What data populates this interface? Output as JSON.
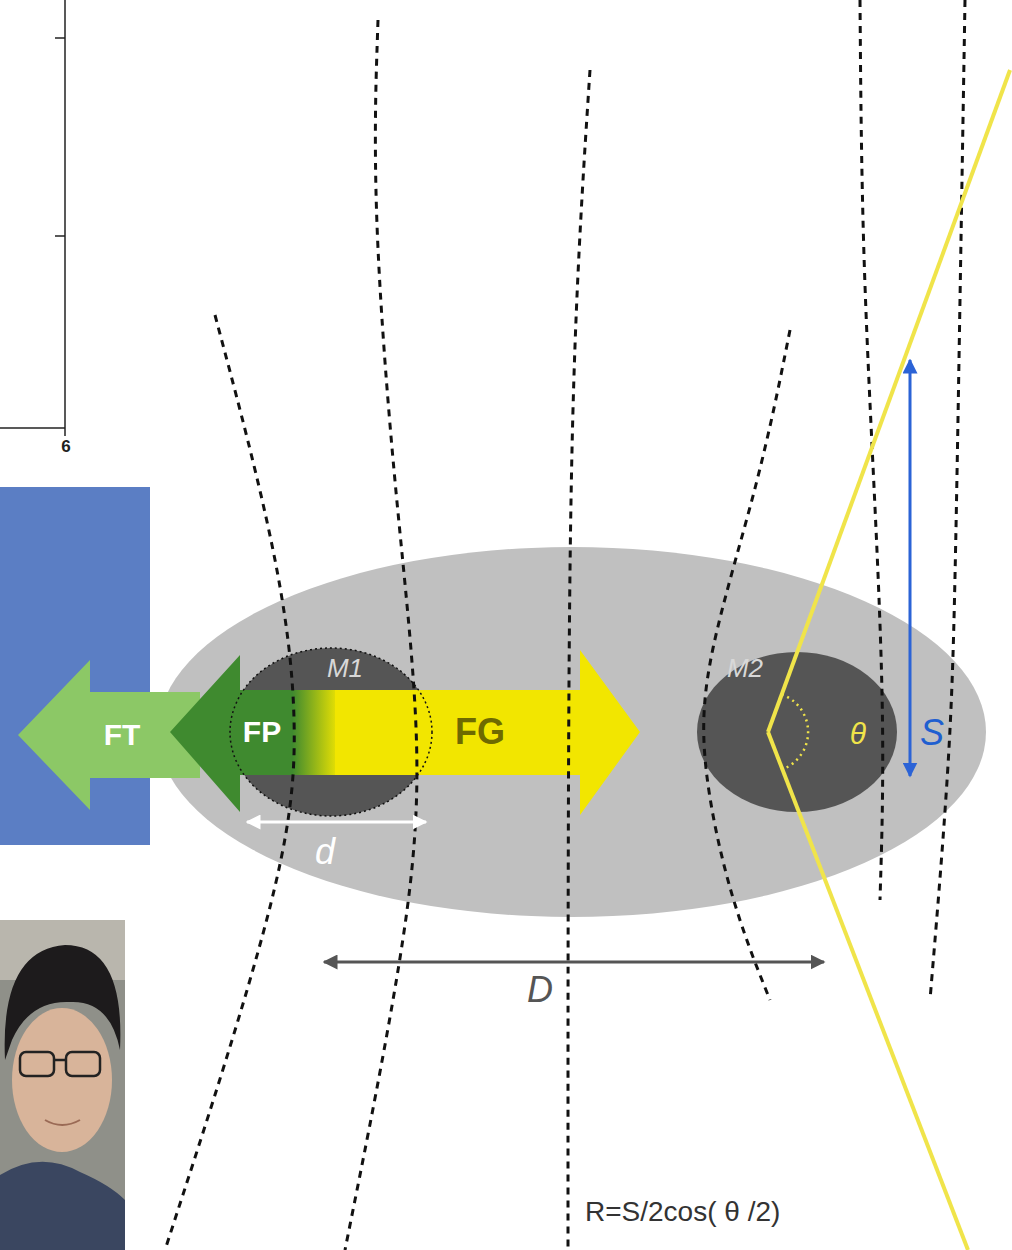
{
  "diagram": {
    "nodes": [
      {
        "text": [
          "M1"
        ]
      },
      {
        "text": [
          "M2",
          "θ"
        ]
      },
      {
        "text": [
          "FT"
        ]
      },
      {
        "text": [
          "FP"
        ]
      },
      {
        "text": [
          "FG"
        ]
      }
    ],
    "labels": [
      "6",
      "d",
      "D",
      "S",
      "R=S/2cos( θ /2)"
    ]
  }
}
